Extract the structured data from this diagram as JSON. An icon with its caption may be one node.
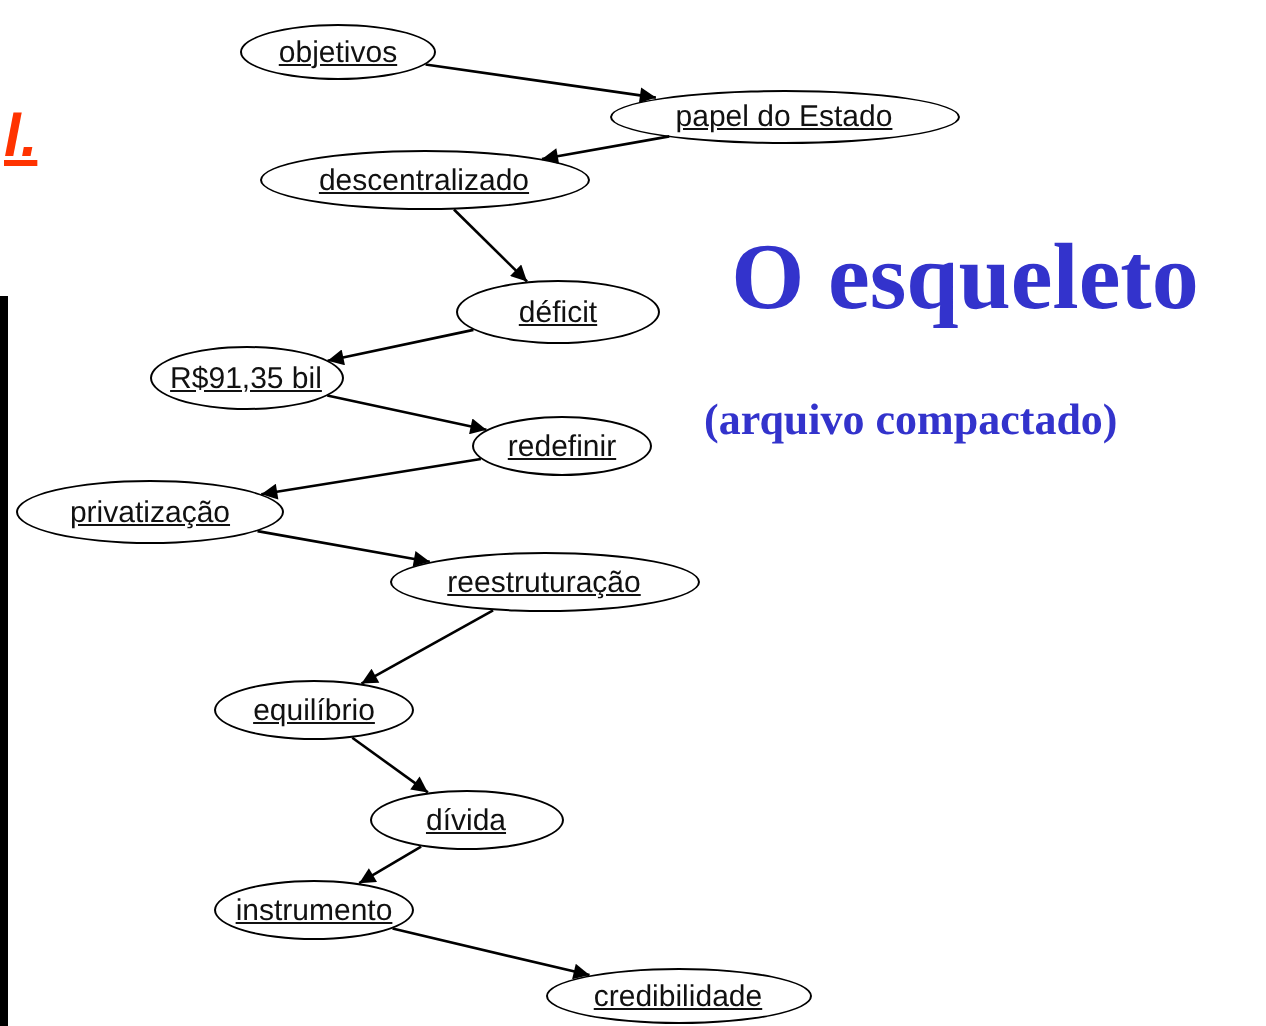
{
  "diagram": {
    "title": "O esqueleto",
    "nodes": [
      {
        "text": [
          "objetivos"
        ]
      },
      {
        "text": [
          "papel do Estado"
        ]
      },
      {
        "text": [
          "descentralizado"
        ]
      },
      {
        "text": [
          "déficit"
        ]
      },
      {
        "text": [
          "R$91,35 bil"
        ]
      },
      {
        "text": [
          "redefinir"
        ]
      },
      {
        "text": [
          "privatização"
        ]
      },
      {
        "text": [
          "reestruturação"
        ]
      },
      {
        "text": [
          "equilíbrio"
        ]
      },
      {
        "text": [
          "dívida"
        ]
      },
      {
        "text": [
          "instrumento"
        ]
      },
      {
        "text": [
          "credibilidade"
        ]
      }
    ],
    "edges": [
      {
        "from": 0,
        "to": 1,
        "arrow": "to"
      },
      {
        "from": 1,
        "to": 2,
        "arrow": "to"
      },
      {
        "from": 2,
        "to": 3,
        "arrow": "to"
      },
      {
        "from": 3,
        "to": 4,
        "arrow": "to"
      },
      {
        "from": 4,
        "to": 5,
        "arrow": "to"
      },
      {
        "from": 5,
        "to": 6,
        "arrow": "to"
      },
      {
        "from": 6,
        "to": 7,
        "arrow": "to"
      },
      {
        "from": 7,
        "to": 8,
        "arrow": "to"
      },
      {
        "from": 8,
        "to": 9,
        "arrow": "to"
      },
      {
        "from": 9,
        "to": 10,
        "arrow": "to"
      },
      {
        "from": 10,
        "to": 11,
        "arrow": "to"
      }
    ],
    "labels": [
      "l.",
      "(arquivo compactado)"
    ]
  }
}
